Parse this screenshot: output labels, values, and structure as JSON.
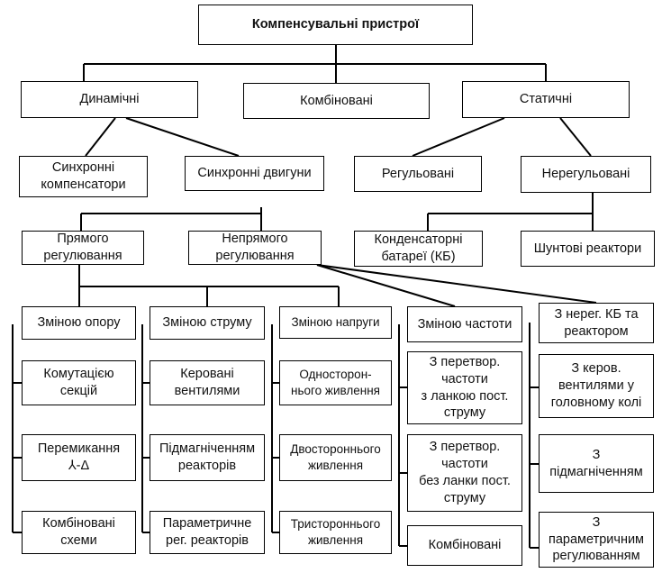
{
  "root": "Компенсувальні пристрої",
  "level1": {
    "dynamic": "Динамічні",
    "combined": "Комбіновані",
    "static": "Статичні"
  },
  "level2": {
    "sync_compensators": "Синхронні\nкомпенсатори",
    "sync_motors": "Синхронні двигуни",
    "regulated": "Регульовані",
    "unregulated": "Нерегульовані"
  },
  "level3": {
    "direct": "Прямого\nрегулювання",
    "indirect": "Непрямого\nрегулювання",
    "capacitor_banks": "Конденсаторні\nбатареї (КБ)",
    "shunt_reactors": "Шунтові реактори"
  },
  "columns": {
    "resistance": {
      "header": "Зміною опору",
      "items": [
        "Комутацією\nсекцій",
        "Перемикання\n⅄-Δ",
        "Комбіновані\nсхеми"
      ]
    },
    "current": {
      "header": "Зміною струму",
      "items": [
        "Керовані\nвентилями",
        "Підмагніченням\nреакторів",
        "Параметричне\nрег. реакторів"
      ]
    },
    "voltage": {
      "header": "Зміною напруги",
      "items": [
        "Односторон-\nнього живлення",
        "Двостороннього\nживлення",
        "Тристороннього\nживлення"
      ]
    },
    "frequency": {
      "header": "Зміною частоти",
      "items": [
        "З перетвор.\nчастоти\nз ланкою пост.\nструму",
        "З перетвор.\nчастоти\nбез ланки пост.\nструму",
        "Комбіновані"
      ]
    },
    "unreg_cb": {
      "header": "З нерег. КБ та\nреактором",
      "items": [
        "З керов.\nвентилями у\nголовному колі",
        "З\nпідмагніченням",
        "З\nпараметричним\nрегулюванням"
      ]
    }
  }
}
